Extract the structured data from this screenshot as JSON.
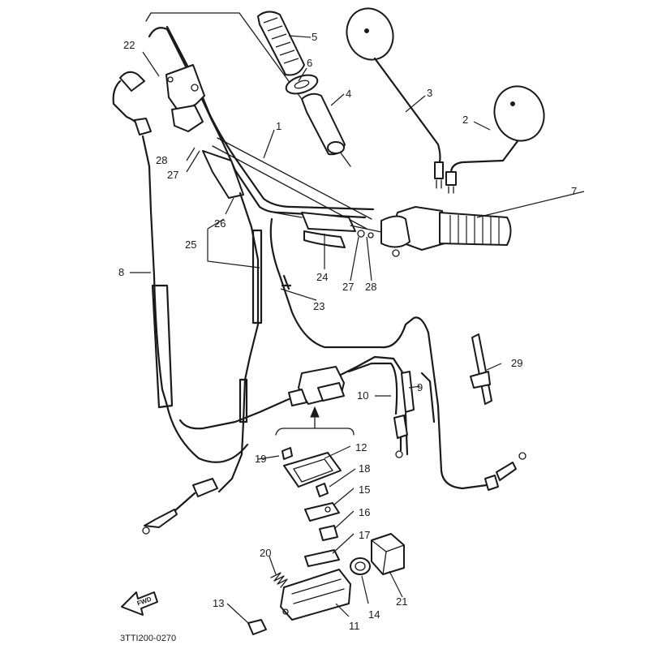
{
  "diagram": {
    "code": "3TTI200-0270",
    "direction_label": "FWD",
    "callouts": {
      "c1": "1",
      "c2": "2",
      "c3": "3",
      "c4": "4",
      "c5": "5",
      "c6": "6",
      "c7": "7",
      "c8": "8",
      "c9": "9",
      "c10": "10",
      "c11": "11",
      "c12": "12",
      "c13": "13",
      "c14": "14",
      "c15": "15",
      "c16": "16",
      "c17": "17",
      "c18": "18",
      "c19": "19",
      "c20": "20",
      "c21": "21",
      "c22": "22",
      "c23": "23",
      "c24": "24",
      "c25": "25",
      "c26": "26",
      "c27a": "27",
      "c27b": "27",
      "c28a": "28",
      "c28b": "28",
      "c29": "29"
    }
  }
}
